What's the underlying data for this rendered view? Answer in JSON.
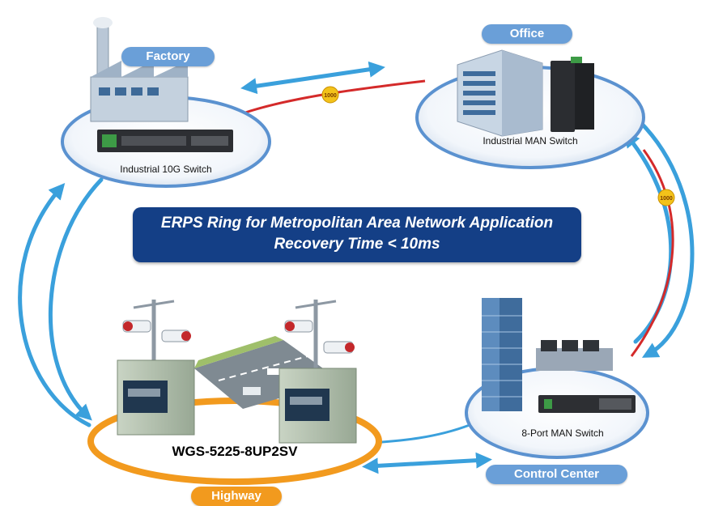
{
  "title": {
    "line1": "ERPS Ring for Metropolitan Area Network Application",
    "line2": "Recovery Time < 10ms"
  },
  "sites": {
    "factory": {
      "label": "Factory",
      "device": "Industrial 10G Switch"
    },
    "office": {
      "label": "Office",
      "device": "Industrial MAN Switch"
    },
    "control_center": {
      "label": "Control Center",
      "device": "8-Port MAN Switch"
    },
    "highway": {
      "label": "Highway",
      "device": "WGS-5225-8UP2SV"
    }
  },
  "links": {
    "factory_office": "1000",
    "office_control": "1000"
  },
  "colors": {
    "ring_blue": "#3aa0dc",
    "red_link": "#d42a2a",
    "badge": "#f3c21a",
    "banner": "#143f86",
    "pill_blue": "#6a9fd8",
    "pill_orange": "#f29a1e"
  }
}
